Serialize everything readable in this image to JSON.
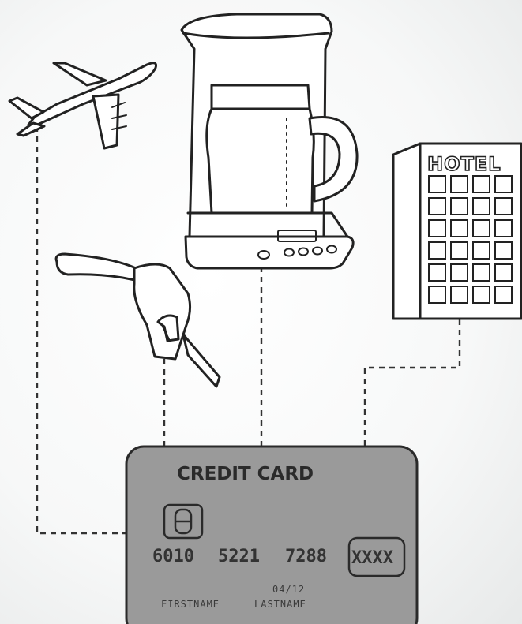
{
  "hotel": {
    "sign": "HOTEL"
  },
  "card": {
    "title": "CREDIT CARD",
    "number_groups": [
      "6010",
      "5221",
      "7288"
    ],
    "security_code": "XXXX",
    "expiry": "04/12",
    "first_name": "FIRSTNAME",
    "last_name": "LASTNAME"
  },
  "icons": [
    "airplane-icon",
    "coffee-maker-icon",
    "hotel-building-icon",
    "gas-pump-nozzle-icon",
    "credit-card-icon",
    "chip-icon"
  ],
  "colors": {
    "card_fill": "#9a9a9a",
    "line": "#222222",
    "background": "#f7f8f8"
  }
}
